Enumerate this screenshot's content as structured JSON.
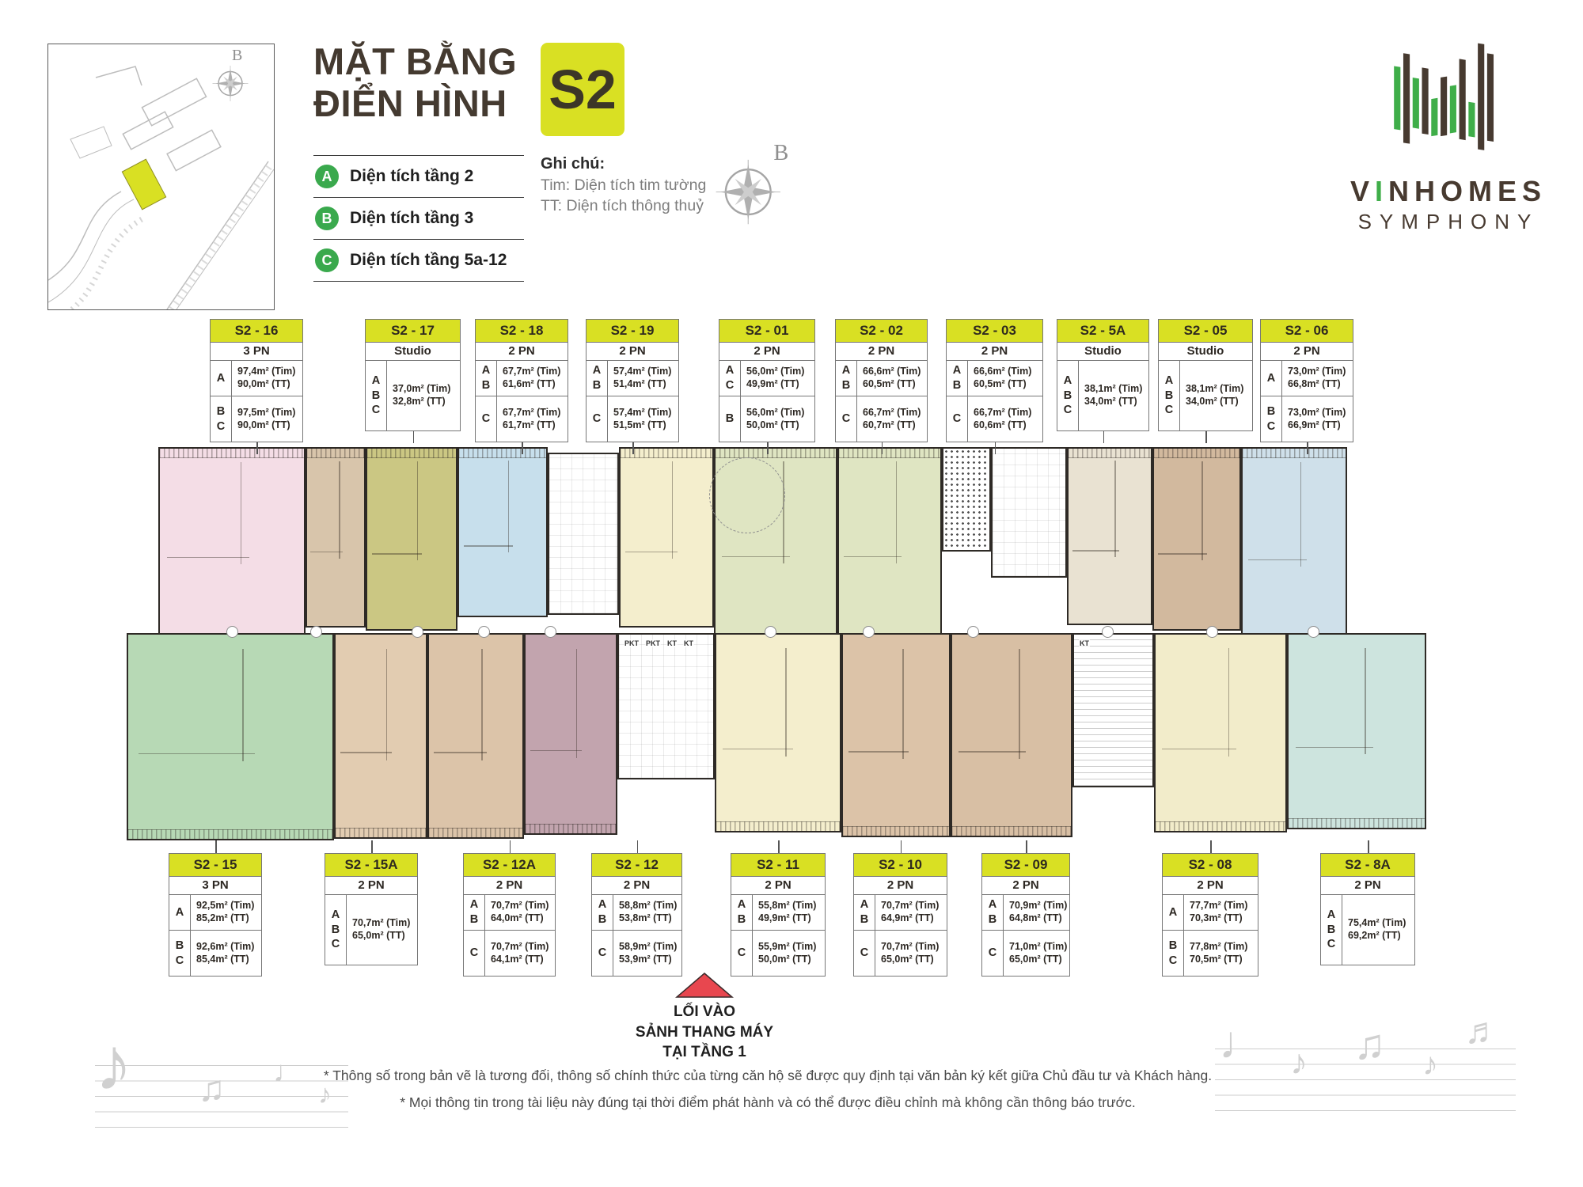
{
  "header": {
    "title_line1": "MẶT BẰNG",
    "title_line2": "ĐIỂN HÌNH",
    "badge": "S2",
    "legend": [
      {
        "letter": "A",
        "label": "Diện tích tầng 2"
      },
      {
        "letter": "B",
        "label": "Diện tích tầng 3"
      },
      {
        "letter": "C",
        "label": "Diện tích tầng 5a-12"
      }
    ],
    "notes_title": "Ghi chú:",
    "notes": [
      "Tim: Diện tích tim tường",
      "TT: Diện tích thông thuỷ"
    ],
    "compass_label": "B"
  },
  "logo": {
    "part1": "V",
    "part2": "I",
    "part3": "NHOMES",
    "line2": "SYMPHONY"
  },
  "colors": {
    "accent_yellow": "#d9e023",
    "legend_green": "#3aa94d",
    "logo_green": "#3fae49",
    "logo_dark": "#473a30",
    "arrow_red": "#e8474f"
  },
  "units_top": [
    {
      "id": "S2 - 16",
      "type": "3 PN",
      "fill": "#f4dde6",
      "rows": [
        {
          "keys": "A",
          "tim": "97,4m² (Tim)",
          "tt": "90,0m² (TT)"
        },
        {
          "keys": "B\nC",
          "tim": "97,5m² (Tim)",
          "tt": "90,0m² (TT)"
        }
      ]
    },
    {
      "id": "S2 - 17",
      "type": "Studio",
      "fill": "#d8c5ab",
      "rows": [
        {
          "keys": "A\nB\nC",
          "tim": "37,0m² (Tim)",
          "tt": "32,8m² (TT)"
        }
      ]
    },
    {
      "id": "S2 - 18",
      "type": "2 PN",
      "fill": "#cbc783",
      "rows": [
        {
          "keys": "A\nB",
          "tim": "67,7m² (Tim)",
          "tt": "61,6m² (TT)"
        },
        {
          "keys": "C",
          "tim": "67,7m² (Tim)",
          "tt": "61,7m² (TT)"
        }
      ]
    },
    {
      "id": "S2 - 19",
      "type": "2 PN",
      "fill": "#c7dfec",
      "rows": [
        {
          "keys": "A\nB",
          "tim": "57,4m² (Tim)",
          "tt": "51,4m² (TT)"
        },
        {
          "keys": "C",
          "tim": "57,4m² (Tim)",
          "tt": "51,5m² (TT)"
        }
      ]
    },
    {
      "id": "S2 - 01",
      "type": "2 PN",
      "fill": "#f4eecd",
      "rows": [
        {
          "keys": "A\nC",
          "tim": "56,0m² (Tim)",
          "tt": "49,9m² (TT)"
        },
        {
          "keys": "B",
          "tim": "56,0m² (Tim)",
          "tt": "50,0m² (TT)"
        }
      ]
    },
    {
      "id": "S2 - 02",
      "type": "2 PN",
      "fill": "#dfe5c2",
      "rows": [
        {
          "keys": "A\nB",
          "tim": "66,6m² (Tim)",
          "tt": "60,5m² (TT)"
        },
        {
          "keys": "C",
          "tim": "66,7m² (Tim)",
          "tt": "60,7m² (TT)"
        }
      ]
    },
    {
      "id": "S2 - 03",
      "type": "2 PN",
      "fill": "#dfe5c2",
      "rows": [
        {
          "keys": "A\nB",
          "tim": "66,6m² (Tim)",
          "tt": "60,5m² (TT)"
        },
        {
          "keys": "C",
          "tim": "66,7m² (Tim)",
          "tt": "60,6m² (TT)"
        }
      ]
    },
    {
      "id": "S2 - 5A",
      "type": "Studio",
      "fill": "#e9e2d2",
      "rows": [
        {
          "keys": "A\nB\nC",
          "tim": "38,1m² (Tim)",
          "tt": "34,0m² (TT)"
        }
      ]
    },
    {
      "id": "S2 - 05",
      "type": "Studio",
      "fill": "#d2b99e",
      "rows": [
        {
          "keys": "A\nB\nC",
          "tim": "38,1m² (Tim)",
          "tt": "34,0m² (TT)"
        }
      ]
    },
    {
      "id": "S2 - 06",
      "type": "2 PN",
      "fill": "#cfe0ea",
      "rows": [
        {
          "keys": "A",
          "tim": "73,0m² (Tim)",
          "tt": "66,8m² (TT)"
        },
        {
          "keys": "B\nC",
          "tim": "73,0m² (Tim)",
          "tt": "66,9m² (TT)"
        }
      ]
    }
  ],
  "units_bottom": [
    {
      "id": "S2 - 15",
      "type": "3 PN",
      "fill": "#b7d9b5",
      "rows": [
        {
          "keys": "A",
          "tim": "92,5m² (Tim)",
          "tt": "85,2m² (TT)"
        },
        {
          "keys": "B\nC",
          "tim": "92,6m² (Tim)",
          "tt": "85,4m² (TT)"
        }
      ]
    },
    {
      "id": "S2 - 15A",
      "type": "2 PN",
      "fill": "#e2ccb1",
      "rows": [
        {
          "keys": "A\nB\nC",
          "tim": "70,7m² (Tim)",
          "tt": "65,0m² (TT)"
        }
      ]
    },
    {
      "id": "S2 - 12A",
      "type": "2 PN",
      "fill": "#dcc4a9",
      "rows": [
        {
          "keys": "A\nB",
          "tim": "70,7m² (Tim)",
          "tt": "64,0m² (TT)"
        },
        {
          "keys": "C",
          "tim": "70,7m² (Tim)",
          "tt": "64,1m² (TT)"
        }
      ]
    },
    {
      "id": "S2 - 12",
      "type": "2 PN",
      "fill": "#c2a4ae",
      "rows": [
        {
          "keys": "A\nB",
          "tim": "58,8m² (Tim)",
          "tt": "53,8m² (TT)"
        },
        {
          "keys": "C",
          "tim": "58,9m² (Tim)",
          "tt": "53,9m² (TT)"
        }
      ]
    },
    {
      "id": "S2 - 11",
      "type": "2 PN",
      "fill": "#f4eecd",
      "rows": [
        {
          "keys": "A\nB",
          "tim": "55,8m² (Tim)",
          "tt": "49,9m² (TT)"
        },
        {
          "keys": "C",
          "tim": "55,9m² (Tim)",
          "tt": "50,0m² (TT)"
        }
      ]
    },
    {
      "id": "S2 - 10",
      "type": "2 PN",
      "fill": "#dcc3a8",
      "rows": [
        {
          "keys": "A\nB",
          "tim": "70,7m² (Tim)",
          "tt": "64,9m² (TT)"
        },
        {
          "keys": "C",
          "tim": "70,7m² (Tim)",
          "tt": "65,0m² (TT)"
        }
      ]
    },
    {
      "id": "S2 - 09",
      "type": "2 PN",
      "fill": "#d8bfa4",
      "rows": [
        {
          "keys": "A\nB",
          "tim": "70,9m² (Tim)",
          "tt": "64,8m² (TT)"
        },
        {
          "keys": "C",
          "tim": "71,0m² (Tim)",
          "tt": "65,0m² (TT)"
        }
      ]
    },
    {
      "id": "S2 - 08",
      "type": "2 PN",
      "fill": "#f2ecca",
      "rows": [
        {
          "keys": "A",
          "tim": "77,7m² (Tim)",
          "tt": "70,3m² (TT)"
        },
        {
          "keys": "B\nC",
          "tim": "77,8m² (Tim)",
          "tt": "70,5m² (TT)"
        }
      ]
    },
    {
      "id": "S2 - 8A",
      "type": "2 PN",
      "fill": "#cde4de",
      "rows": [
        {
          "keys": "A\nB\nC",
          "tim": "75,4m² (Tim)",
          "tt": "69,2m² (TT)"
        }
      ]
    }
  ],
  "plan": {
    "core_labels": {
      "pkt": "PKT",
      "kt": "KT"
    }
  },
  "entrance": {
    "line1": "LỐI VÀO",
    "line2": "SẢNH THANG MÁY",
    "line3": "TẠI TẦNG 1"
  },
  "footer_notes": [
    "* Thông số trong bản vẽ là tương đối, thông số chính thức của từng căn hộ sẽ được quy định tại văn bản ký kết giữa Chủ đầu tư và Khách hàng.",
    "* Mọi thông tin trong tài liệu này đúng tại thời điểm phát hành và có thể được điều chỉnh mà không cần thông báo trước."
  ],
  "decorations": {
    "music_left": [
      "♪",
      "♫",
      "♩",
      "♪"
    ],
    "music_right": [
      "♩",
      "♪",
      "♫",
      "♪",
      "♬"
    ]
  }
}
